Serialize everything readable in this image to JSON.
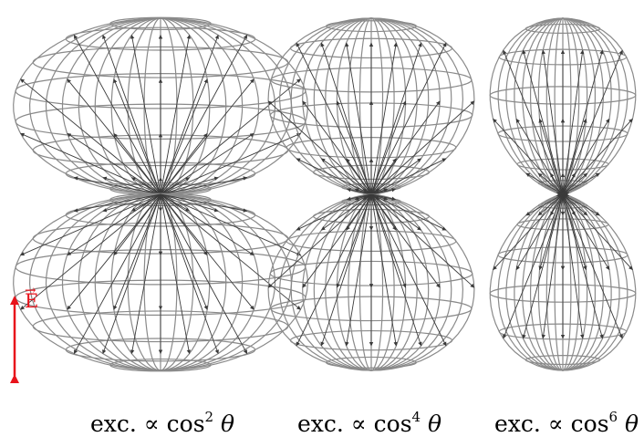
{
  "field_label": "E",
  "field_arrow_symbol": "→",
  "field_color": "#e8131b",
  "mesh_color": "#8a8a8a",
  "arrow_color": "#3a3a3a",
  "panels": [
    {
      "caption_prefix": "exc. ∝ cos",
      "exponent": "2",
      "caption_var": "θ",
      "lobe_shape_power": 2
    },
    {
      "caption_prefix": "exc. ∝ cos",
      "exponent": "4",
      "caption_var": "θ",
      "lobe_shape_power": 4
    },
    {
      "caption_prefix": "exc. ∝ cos",
      "exponent": "6",
      "caption_var": "θ",
      "lobe_shape_power": 6
    }
  ]
}
